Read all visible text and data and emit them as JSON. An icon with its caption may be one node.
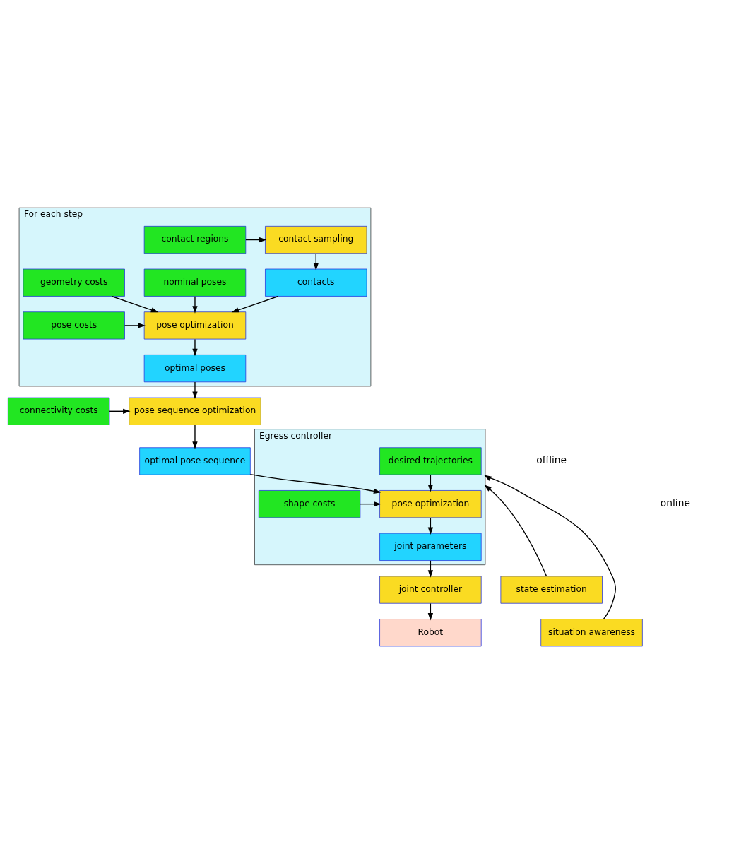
{
  "diagram": {
    "nodes": [
      {
        "text": [
          "For each step"
        ]
      },
      {
        "text": [
          "contact sampling"
        ],
        "in": 0
      },
      {
        "text": [
          "contact regions"
        ],
        "in": 0
      },
      {
        "text": [
          "contacts"
        ],
        "in": 0
      },
      {
        "text": [
          "nominal poses"
        ],
        "in": 0
      },
      {
        "text": [
          "pose optimization"
        ],
        "in": 0
      },
      {
        "text": [
          "pose costs"
        ],
        "in": 0
      },
      {
        "text": [
          "optimal poses"
        ],
        "in": 0
      },
      {
        "text": [
          "geometry costs"
        ],
        "in": 0
      },
      {
        "text": [
          "pose sequence optimization"
        ]
      },
      {
        "text": [
          "connectivity costs"
        ]
      },
      {
        "text": [
          "optimal pose sequence"
        ]
      },
      {
        "text": [
          "Egress controller"
        ]
      },
      {
        "text": [
          "pose optimization"
        ],
        "in": 12
      },
      {
        "text": [
          "shape costs"
        ],
        "in": 12
      },
      {
        "text": [
          "joint parameters"
        ],
        "in": 12
      },
      {
        "text": [
          "desired trajectories"
        ],
        "in": 12
      },
      {
        "text": [
          "joint controller"
        ]
      },
      {
        "text": [
          "state estimation"
        ]
      },
      {
        "text": [
          "Robot"
        ]
      },
      {
        "text": [
          "situation awareness"
        ]
      }
    ],
    "edges": [
      {
        "from": 2,
        "to": 1,
        "arrow": "to"
      },
      {
        "from": 1,
        "to": 3,
        "arrow": "to"
      },
      {
        "from": 3,
        "to": 5,
        "arrow": "to"
      },
      {
        "from": 4,
        "to": 5,
        "arrow": "to"
      },
      {
        "from": 6,
        "to": 5,
        "arrow": "to"
      },
      {
        "from": 8,
        "to": 5,
        "arrow": "to"
      },
      {
        "from": 5,
        "to": 7,
        "arrow": "to"
      },
      {
        "from": 7,
        "to": 9,
        "arrow": "to"
      },
      {
        "from": 10,
        "to": 9,
        "arrow": "to"
      },
      {
        "from": 9,
        "to": 11,
        "arrow": "to"
      },
      {
        "from": 11,
        "to": 13,
        "arrow": "to"
      },
      {
        "from": 14,
        "to": 13,
        "arrow": "to"
      },
      {
        "from": 16,
        "to": 13,
        "arrow": "to"
      },
      {
        "from": 13,
        "to": 15,
        "arrow": "to"
      },
      {
        "from": 15,
        "to": 17,
        "arrow": "to"
      },
      {
        "from": 17,
        "to": 19,
        "arrow": "to"
      },
      {
        "from": 18,
        "to": 12,
        "arrow": "to"
      },
      {
        "from": 20,
        "to": 12,
        "arrow": "to"
      }
    ],
    "labels": [
      "offline",
      "online"
    ]
  }
}
